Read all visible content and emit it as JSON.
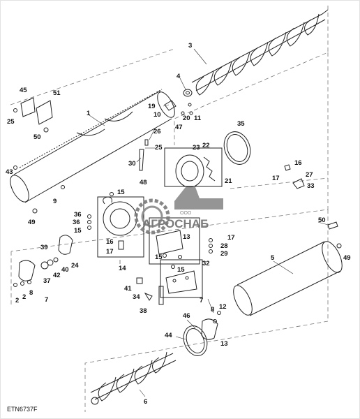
{
  "diagram": {
    "code": "ETN6737F",
    "labels": [
      "1",
      "2",
      "3",
      "4",
      "5",
      "6",
      "7",
      "8",
      "9",
      "10",
      "11",
      "12",
      "13",
      "14",
      "15",
      "16",
      "17",
      "19",
      "20",
      "21",
      "22",
      "23",
      "24",
      "25",
      "26",
      "27",
      "28",
      "29",
      "30",
      "32",
      "33",
      "34",
      "35",
      "36",
      "37",
      "38",
      "39",
      "40",
      "41",
      "42",
      "43",
      "44",
      "45",
      "46",
      "47",
      "48",
      "49",
      "50",
      "51"
    ]
  },
  "watermark": {
    "brand": "АГРОСНАБ",
    "prefix": "ООО",
    "colors": {
      "logo": "#6d6d6d",
      "accent": "#8a8a8a"
    }
  },
  "callouts": [
    {
      "id": "c3",
      "text": "3"
    },
    {
      "id": "c4",
      "text": "4"
    },
    {
      "id": "c45",
      "text": "45"
    },
    {
      "id": "c51",
      "text": "51"
    },
    {
      "id": "c1",
      "text": "1"
    },
    {
      "id": "c19",
      "text": "19"
    },
    {
      "id": "c10",
      "text": "10"
    },
    {
      "id": "c20",
      "text": "20"
    },
    {
      "id": "c11",
      "text": "11"
    },
    {
      "id": "c47",
      "text": "47"
    },
    {
      "id": "c25a",
      "text": "25"
    },
    {
      "id": "c50a",
      "text": "50"
    },
    {
      "id": "c26",
      "text": "26"
    },
    {
      "id": "c25b",
      "text": "25"
    },
    {
      "id": "c35",
      "text": "35"
    },
    {
      "id": "c23",
      "text": "23"
    },
    {
      "id": "c22",
      "text": "22"
    },
    {
      "id": "c30",
      "text": "30"
    },
    {
      "id": "c43",
      "text": "43"
    },
    {
      "id": "c16a",
      "text": "16"
    },
    {
      "id": "c17a",
      "text": "17"
    },
    {
      "id": "c27",
      "text": "27"
    },
    {
      "id": "c33",
      "text": "33"
    },
    {
      "id": "c48",
      "text": "48"
    },
    {
      "id": "c21",
      "text": "21"
    },
    {
      "id": "c9",
      "text": "9"
    },
    {
      "id": "c15a",
      "text": "15"
    },
    {
      "id": "c49a",
      "text": "49"
    },
    {
      "id": "c36a",
      "text": "36"
    },
    {
      "id": "c36b",
      "text": "36"
    },
    {
      "id": "c15b",
      "text": "15"
    },
    {
      "id": "c50b",
      "text": "50"
    },
    {
      "id": "c16b",
      "text": "16"
    },
    {
      "id": "c17b",
      "text": "17"
    },
    {
      "id": "c13a",
      "text": "13"
    },
    {
      "id": "c17c",
      "text": "17"
    },
    {
      "id": "c28",
      "text": "28"
    },
    {
      "id": "c29",
      "text": "29"
    },
    {
      "id": "c5",
      "text": "5"
    },
    {
      "id": "c49b",
      "text": "49"
    },
    {
      "id": "c39",
      "text": "39"
    },
    {
      "id": "c24",
      "text": "24"
    },
    {
      "id": "c14",
      "text": "14"
    },
    {
      "id": "c15c",
      "text": "15"
    },
    {
      "id": "c15d",
      "text": "15"
    },
    {
      "id": "c32",
      "text": "32"
    },
    {
      "id": "c2a",
      "text": "2"
    },
    {
      "id": "c2b",
      "text": "2"
    },
    {
      "id": "c8a",
      "text": "8"
    },
    {
      "id": "c37",
      "text": "37"
    },
    {
      "id": "c42",
      "text": "42"
    },
    {
      "id": "c40",
      "text": "40"
    },
    {
      "id": "c7a",
      "text": "7"
    },
    {
      "id": "c41",
      "text": "41"
    },
    {
      "id": "c34",
      "text": "34"
    },
    {
      "id": "c38",
      "text": "38"
    },
    {
      "id": "c7b",
      "text": "7"
    },
    {
      "id": "c8b",
      "text": "8"
    },
    {
      "id": "c12",
      "text": "12"
    },
    {
      "id": "c46",
      "text": "46"
    },
    {
      "id": "c44",
      "text": "44"
    },
    {
      "id": "c13b",
      "text": "13"
    },
    {
      "id": "c6",
      "text": "6"
    }
  ]
}
